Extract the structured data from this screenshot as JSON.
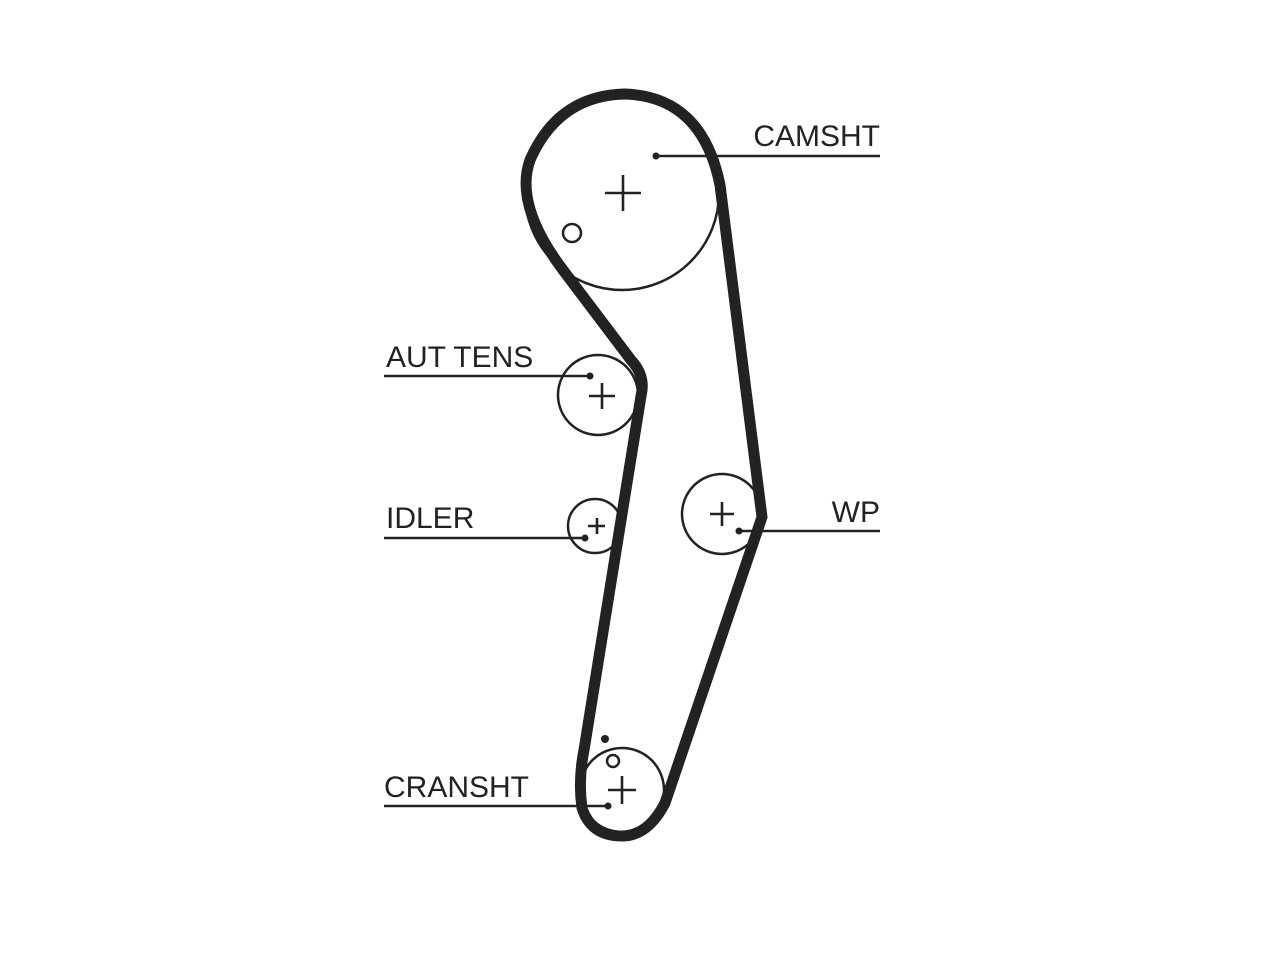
{
  "diagram": {
    "labels": {
      "camshaft": "CAMSHT",
      "tensioner": "AUT TENS",
      "idler": "IDLER",
      "water_pump": "WP",
      "crankshaft": "CRANSHT"
    },
    "colors": {
      "line": "#222222",
      "background": "#ffffff"
    }
  }
}
